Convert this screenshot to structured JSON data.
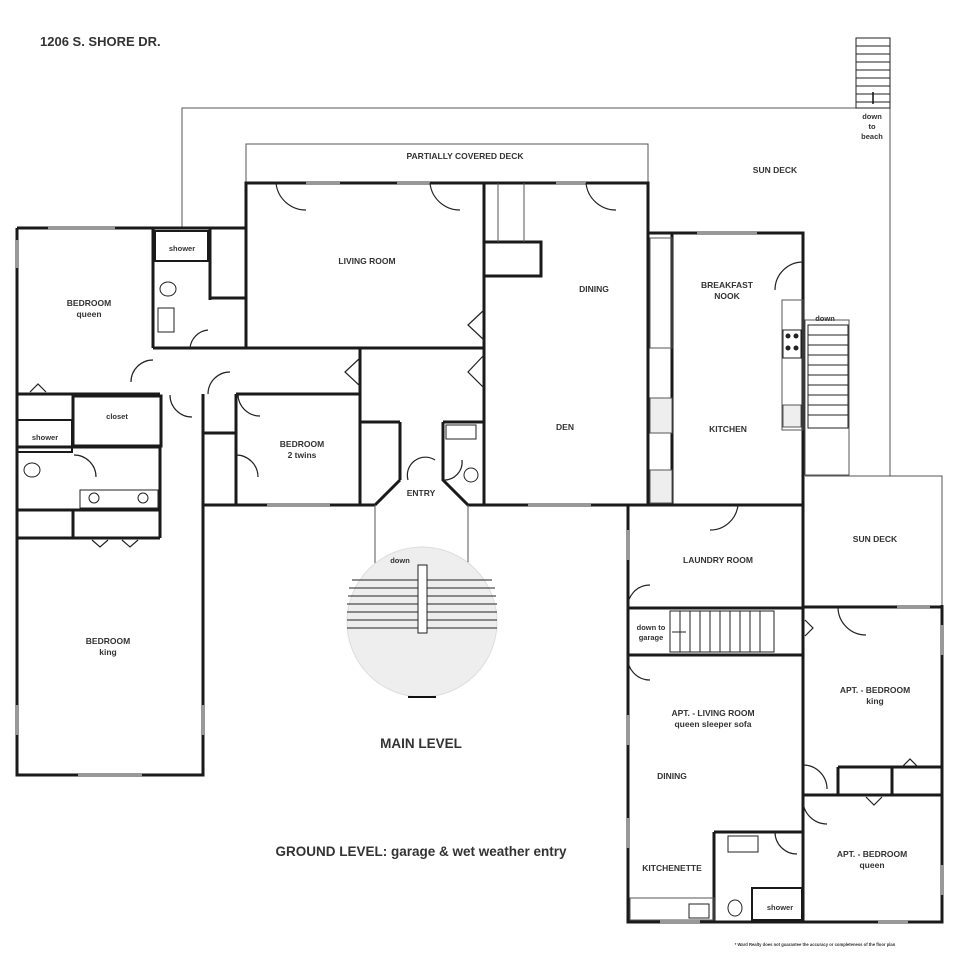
{
  "address": "1206 S. SHORE DR.",
  "level_title": "MAIN LEVEL",
  "ground_level": "GROUND LEVEL: garage & wet weather entry",
  "disclaimer": "* Ward Realty does not guarantee the accuracy or completeness of the floor plan",
  "rooms": {
    "partially_covered_deck": "PARTIALLY COVERED DECK",
    "sun_deck_top": "SUN DECK",
    "down_to_beach_1": "down",
    "down_to_beach_2": "to",
    "down_to_beach_3": "beach",
    "living_room": "LIVING ROOM",
    "dining": "DINING",
    "breakfast_nook_1": "BREAKFAST",
    "breakfast_nook_2": "NOOK",
    "bedroom_queen_name": "BEDROOM",
    "bedroom_queen_bed": "queen",
    "shower_top": "shower",
    "closet": "closet",
    "shower_left": "shower",
    "bedroom_twins_name": "BEDROOM",
    "bedroom_twins_bed": "2 twins",
    "den": "DEN",
    "kitchen": "KITCHEN",
    "down_kitchen": "down",
    "entry": "ENTRY",
    "down_entry": "down",
    "bedroom_king_name": "BEDROOM",
    "bedroom_king_bed": "king",
    "laundry_room": "LAUNDRY ROOM",
    "sun_deck_right": "SUN DECK",
    "down_to_garage_1": "down to",
    "down_to_garage_2": "garage",
    "apt_living_1": "APT. - LIVING ROOM",
    "apt_living_2": "queen sleeper sofa",
    "apt_bedroom_king_1": "APT. - BEDROOM",
    "apt_bedroom_king_2": "king",
    "apt_dining": "DINING",
    "apt_bedroom_queen_1": "APT. - BEDROOM",
    "apt_bedroom_queen_2": "queen",
    "kitchenette": "KITCHENETTE",
    "shower_apt": "shower"
  }
}
